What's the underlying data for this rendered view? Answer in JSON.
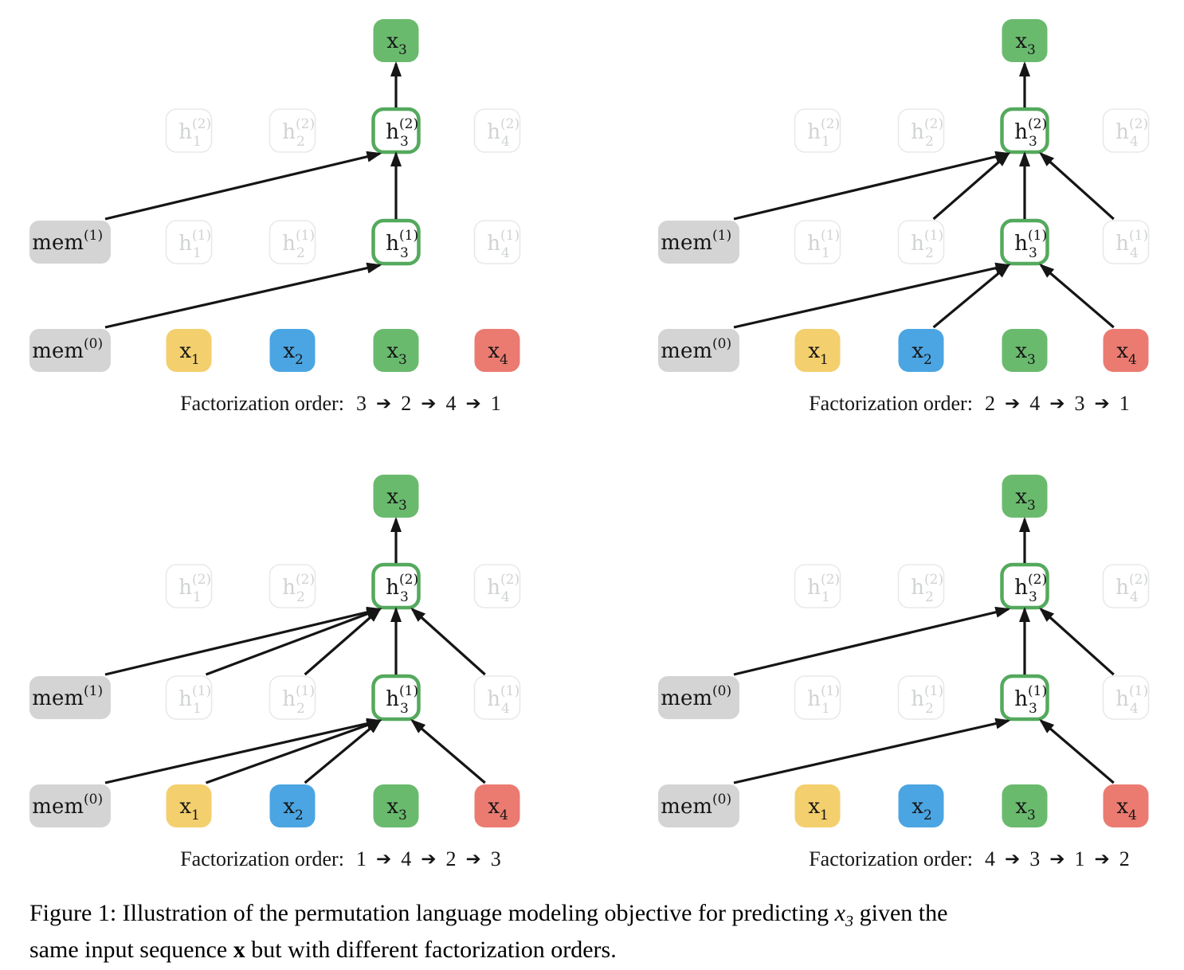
{
  "colors": {
    "token_yellow": "#F3CF6D",
    "token_blue": "#4BA5E2",
    "token_green": "#6ABA6E",
    "token_red": "#EB7B71",
    "mem_gray": "#D4D4D4",
    "active_border": "#54A95D",
    "faded_border": "#E9E9E9",
    "faded_text": "#D0D4D0",
    "ink": "#161616",
    "arrow": "#151515"
  },
  "arrow_glyph": "➔",
  "panels": [
    {
      "name": "top-left",
      "caption_label": "Factorization order:",
      "order": [
        "3",
        "2",
        "4",
        "1"
      ],
      "nodes": [
        {
          "id": "out_x3",
          "kind": "token_green",
          "row": "out",
          "col": "c3",
          "base": "x",
          "sub": "3"
        },
        {
          "id": "h2_1",
          "kind": "faded",
          "row": "l2",
          "col": "c1",
          "base": "h",
          "sub": "1",
          "sup": "(2)"
        },
        {
          "id": "h2_2",
          "kind": "faded",
          "row": "l2",
          "col": "c2",
          "base": "h",
          "sub": "2",
          "sup": "(2)"
        },
        {
          "id": "h2_3",
          "kind": "active",
          "row": "l2",
          "col": "c3",
          "base": "h",
          "sub": "3",
          "sup": "(2)"
        },
        {
          "id": "h2_4",
          "kind": "faded",
          "row": "l2",
          "col": "c4",
          "base": "h",
          "sub": "4",
          "sup": "(2)"
        },
        {
          "id": "mem_l1",
          "kind": "mem",
          "row": "l1",
          "col": "mem",
          "base": "mem",
          "sup": "(1)"
        },
        {
          "id": "h1_1",
          "kind": "faded",
          "row": "l1",
          "col": "c1",
          "base": "h",
          "sub": "1",
          "sup": "(1)"
        },
        {
          "id": "h1_2",
          "kind": "faded",
          "row": "l1",
          "col": "c2",
          "base": "h",
          "sub": "2",
          "sup": "(1)"
        },
        {
          "id": "h1_3",
          "kind": "active",
          "row": "l1",
          "col": "c3",
          "base": "h",
          "sub": "3",
          "sup": "(1)"
        },
        {
          "id": "h1_4",
          "kind": "faded",
          "row": "l1",
          "col": "c4",
          "base": "h",
          "sub": "4",
          "sup": "(1)"
        },
        {
          "id": "mem_l0",
          "kind": "mem",
          "row": "l0",
          "col": "mem",
          "base": "mem",
          "sup": "(0)"
        },
        {
          "id": "x_1",
          "kind": "token_yellow",
          "row": "l0",
          "col": "c1",
          "base": "x",
          "sub": "1"
        },
        {
          "id": "x_2",
          "kind": "token_blue",
          "row": "l0",
          "col": "c2",
          "base": "x",
          "sub": "2"
        },
        {
          "id": "x_3",
          "kind": "token_green",
          "row": "l0",
          "col": "c3",
          "base": "x",
          "sub": "3"
        },
        {
          "id": "x_4",
          "kind": "token_red",
          "row": "l0",
          "col": "c4",
          "base": "x",
          "sub": "4"
        }
      ],
      "edges": [
        [
          "mem_l0",
          "h1_3"
        ],
        [
          "mem_l1",
          "h2_3"
        ],
        [
          "h1_3",
          "h2_3"
        ],
        [
          "h2_3",
          "out_x3"
        ]
      ]
    },
    {
      "name": "top-right",
      "caption_label": "Factorization order:",
      "order": [
        "2",
        "4",
        "3",
        "1"
      ],
      "nodes": [
        {
          "id": "out_x3",
          "kind": "token_green",
          "row": "out",
          "col": "c3",
          "base": "x",
          "sub": "3"
        },
        {
          "id": "h2_1",
          "kind": "faded",
          "row": "l2",
          "col": "c1",
          "base": "h",
          "sub": "1",
          "sup": "(2)"
        },
        {
          "id": "h2_2",
          "kind": "faded",
          "row": "l2",
          "col": "c2",
          "base": "h",
          "sub": "2",
          "sup": "(2)"
        },
        {
          "id": "h2_3",
          "kind": "active",
          "row": "l2",
          "col": "c3",
          "base": "h",
          "sub": "3",
          "sup": "(2)"
        },
        {
          "id": "h2_4",
          "kind": "faded",
          "row": "l2",
          "col": "c4",
          "base": "h",
          "sub": "4",
          "sup": "(2)"
        },
        {
          "id": "mem_l1",
          "kind": "mem",
          "row": "l1",
          "col": "mem",
          "base": "mem",
          "sup": "(1)"
        },
        {
          "id": "h1_1",
          "kind": "faded",
          "row": "l1",
          "col": "c1",
          "base": "h",
          "sub": "1",
          "sup": "(1)"
        },
        {
          "id": "h1_2",
          "kind": "faded",
          "row": "l1",
          "col": "c2",
          "base": "h",
          "sub": "2",
          "sup": "(1)"
        },
        {
          "id": "h1_3",
          "kind": "active",
          "row": "l1",
          "col": "c3",
          "base": "h",
          "sub": "3",
          "sup": "(1)"
        },
        {
          "id": "h1_4",
          "kind": "faded",
          "row": "l1",
          "col": "c4",
          "base": "h",
          "sub": "4",
          "sup": "(1)"
        },
        {
          "id": "mem_l0",
          "kind": "mem",
          "row": "l0",
          "col": "mem",
          "base": "mem",
          "sup": "(0)"
        },
        {
          "id": "x_1",
          "kind": "token_yellow",
          "row": "l0",
          "col": "c1",
          "base": "x",
          "sub": "1"
        },
        {
          "id": "x_2",
          "kind": "token_blue",
          "row": "l0",
          "col": "c2",
          "base": "x",
          "sub": "2"
        },
        {
          "id": "x_3",
          "kind": "token_green",
          "row": "l0",
          "col": "c3",
          "base": "x",
          "sub": "3"
        },
        {
          "id": "x_4",
          "kind": "token_red",
          "row": "l0",
          "col": "c4",
          "base": "x",
          "sub": "4"
        }
      ],
      "edges": [
        [
          "mem_l0",
          "h1_3"
        ],
        [
          "x_2",
          "h1_3"
        ],
        [
          "x_4",
          "h1_3"
        ],
        [
          "mem_l1",
          "h2_3"
        ],
        [
          "h1_2",
          "h2_3"
        ],
        [
          "h1_3",
          "h2_3"
        ],
        [
          "h1_4",
          "h2_3"
        ],
        [
          "h2_3",
          "out_x3"
        ]
      ]
    },
    {
      "name": "bottom-left",
      "caption_label": "Factorization order:",
      "order": [
        "1",
        "4",
        "2",
        "3"
      ],
      "nodes": [
        {
          "id": "out_x3",
          "kind": "token_green",
          "row": "out",
          "col": "c3",
          "base": "x",
          "sub": "3"
        },
        {
          "id": "h2_1",
          "kind": "faded",
          "row": "l2",
          "col": "c1",
          "base": "h",
          "sub": "1",
          "sup": "(2)"
        },
        {
          "id": "h2_2",
          "kind": "faded",
          "row": "l2",
          "col": "c2",
          "base": "h",
          "sub": "2",
          "sup": "(2)"
        },
        {
          "id": "h2_3",
          "kind": "active",
          "row": "l2",
          "col": "c3",
          "base": "h",
          "sub": "3",
          "sup": "(2)"
        },
        {
          "id": "h2_4",
          "kind": "faded",
          "row": "l2",
          "col": "c4",
          "base": "h",
          "sub": "4",
          "sup": "(2)"
        },
        {
          "id": "mem_l1",
          "kind": "mem",
          "row": "l1",
          "col": "mem",
          "base": "mem",
          "sup": "(1)"
        },
        {
          "id": "h1_1",
          "kind": "faded",
          "row": "l1",
          "col": "c1",
          "base": "h",
          "sub": "1",
          "sup": "(1)"
        },
        {
          "id": "h1_2",
          "kind": "faded",
          "row": "l1",
          "col": "c2",
          "base": "h",
          "sub": "2",
          "sup": "(1)"
        },
        {
          "id": "h1_3",
          "kind": "active",
          "row": "l1",
          "col": "c3",
          "base": "h",
          "sub": "3",
          "sup": "(1)"
        },
        {
          "id": "h1_4",
          "kind": "faded",
          "row": "l1",
          "col": "c4",
          "base": "h",
          "sub": "4",
          "sup": "(1)"
        },
        {
          "id": "mem_l0",
          "kind": "mem",
          "row": "l0",
          "col": "mem",
          "base": "mem",
          "sup": "(0)"
        },
        {
          "id": "x_1",
          "kind": "token_yellow",
          "row": "l0",
          "col": "c1",
          "base": "x",
          "sub": "1"
        },
        {
          "id": "x_2",
          "kind": "token_blue",
          "row": "l0",
          "col": "c2",
          "base": "x",
          "sub": "2"
        },
        {
          "id": "x_3",
          "kind": "token_green",
          "row": "l0",
          "col": "c3",
          "base": "x",
          "sub": "3"
        },
        {
          "id": "x_4",
          "kind": "token_red",
          "row": "l0",
          "col": "c4",
          "base": "x",
          "sub": "4"
        }
      ],
      "edges": [
        [
          "mem_l0",
          "h1_3"
        ],
        [
          "x_1",
          "h1_3"
        ],
        [
          "x_2",
          "h1_3"
        ],
        [
          "x_4",
          "h1_3"
        ],
        [
          "mem_l1",
          "h2_3"
        ],
        [
          "h1_1",
          "h2_3"
        ],
        [
          "h1_2",
          "h2_3"
        ],
        [
          "h1_3",
          "h2_3"
        ],
        [
          "h1_4",
          "h2_3"
        ],
        [
          "h2_3",
          "out_x3"
        ]
      ]
    },
    {
      "name": "bottom-right",
      "caption_label": "Factorization order:",
      "order": [
        "4",
        "3",
        "1",
        "2"
      ],
      "nodes": [
        {
          "id": "out_x3",
          "kind": "token_green",
          "row": "out",
          "col": "c3",
          "base": "x",
          "sub": "3"
        },
        {
          "id": "h2_1",
          "kind": "faded",
          "row": "l2",
          "col": "c1",
          "base": "h",
          "sub": "1",
          "sup": "(2)"
        },
        {
          "id": "h2_2",
          "kind": "faded",
          "row": "l2",
          "col": "c2",
          "base": "h",
          "sub": "2",
          "sup": "(2)"
        },
        {
          "id": "h2_3",
          "kind": "active",
          "row": "l2",
          "col": "c3",
          "base": "h",
          "sub": "3",
          "sup": "(2)"
        },
        {
          "id": "h2_4",
          "kind": "faded",
          "row": "l2",
          "col": "c4",
          "base": "h",
          "sub": "4",
          "sup": "(2)"
        },
        {
          "id": "mem_l1",
          "kind": "mem",
          "row": "l1",
          "col": "mem",
          "base": "mem",
          "sup": "(0)"
        },
        {
          "id": "h1_1",
          "kind": "faded",
          "row": "l1",
          "col": "c1",
          "base": "h",
          "sub": "1",
          "sup": "(1)"
        },
        {
          "id": "h1_2",
          "kind": "faded",
          "row": "l1",
          "col": "c2",
          "base": "h",
          "sub": "2",
          "sup": "(1)"
        },
        {
          "id": "h1_3",
          "kind": "active",
          "row": "l1",
          "col": "c3",
          "base": "h",
          "sub": "3",
          "sup": "(1)"
        },
        {
          "id": "h1_4",
          "kind": "faded",
          "row": "l1",
          "col": "c4",
          "base": "h",
          "sub": "4",
          "sup": "(1)"
        },
        {
          "id": "mem_l0",
          "kind": "mem",
          "row": "l0",
          "col": "mem",
          "base": "mem",
          "sup": "(0)"
        },
        {
          "id": "x_1",
          "kind": "token_yellow",
          "row": "l0",
          "col": "c1",
          "base": "x",
          "sub": "1"
        },
        {
          "id": "x_2",
          "kind": "token_blue",
          "row": "l0",
          "col": "c2",
          "base": "x",
          "sub": "2"
        },
        {
          "id": "x_3",
          "kind": "token_green",
          "row": "l0",
          "col": "c3",
          "base": "x",
          "sub": "3"
        },
        {
          "id": "x_4",
          "kind": "token_red",
          "row": "l0",
          "col": "c4",
          "base": "x",
          "sub": "4"
        }
      ],
      "edges": [
        [
          "mem_l0",
          "h1_3"
        ],
        [
          "x_4",
          "h1_3"
        ],
        [
          "mem_l1",
          "h2_3"
        ],
        [
          "h1_3",
          "h2_3"
        ],
        [
          "h1_4",
          "h2_3"
        ],
        [
          "h2_3",
          "out_x3"
        ]
      ]
    }
  ],
  "figure_caption": {
    "line1_pre": "Figure 1: Illustration of the permutation language modeling objective for predicting ",
    "var_base": "x",
    "var_sub": "3",
    "line1_post": " given the",
    "line2_pre": "same input sequence ",
    "seq_var": "x",
    "line2_post": " but with different factorization orders."
  }
}
